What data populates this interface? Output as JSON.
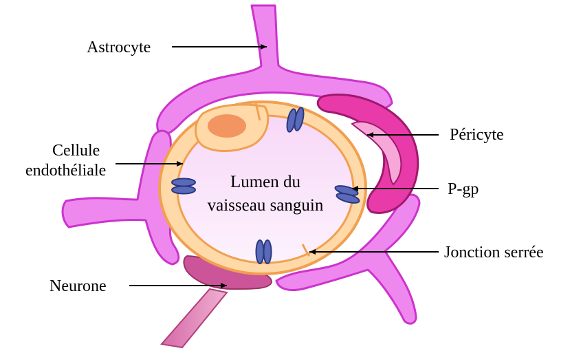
{
  "labels": {
    "astrocyte": "Astrocyte",
    "cellule_line1": "Cellule",
    "cellule_line2": "endothéliale",
    "pericyte": "Péricyte",
    "pgp": "P-gp",
    "jonction": "Jonction serrée",
    "neurone": "Neurone",
    "lumen_line1": "Lumen du",
    "lumen_line2": "vaisseau sanguin"
  },
  "colors": {
    "astrocyte_fill": "#ee88ee",
    "astrocyte_stroke": "#cc33cc",
    "pericyte_fill": "#e83aa8",
    "pericyte_stroke": "#a0186e",
    "endothelium_fill": "#ffd9a8",
    "endothelium_stroke": "#f0a050",
    "nucleus_fill": "#f29560",
    "lumen_fill": "#fbe6fb",
    "pgp_fill": "#5a6ab8",
    "pgp_stroke": "#2a3680",
    "neurone_fill": "#cc5599"
  }
}
